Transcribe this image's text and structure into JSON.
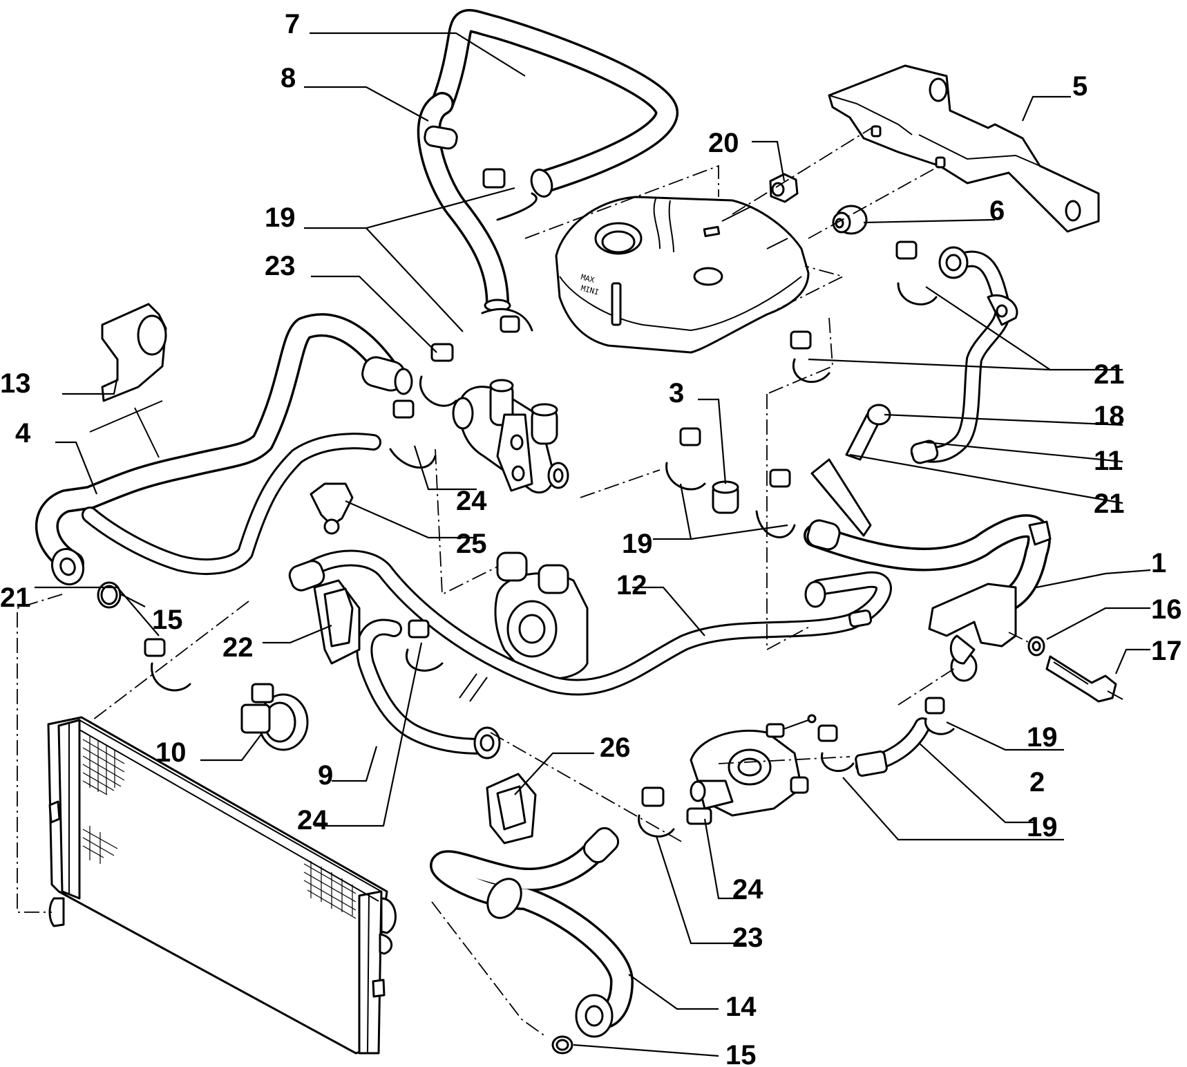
{
  "callouts": [
    {
      "id": "c7",
      "text": "7"
    },
    {
      "id": "c8",
      "text": "8"
    },
    {
      "id": "c5",
      "text": "5"
    },
    {
      "id": "c20",
      "text": "20"
    },
    {
      "id": "c6",
      "text": "6"
    },
    {
      "id": "c19a",
      "text": "19"
    },
    {
      "id": "c23a",
      "text": "23"
    },
    {
      "id": "c21a",
      "text": "21"
    },
    {
      "id": "c13",
      "text": "13"
    },
    {
      "id": "c3",
      "text": "3"
    },
    {
      "id": "c18",
      "text": "18"
    },
    {
      "id": "c4",
      "text": "4"
    },
    {
      "id": "c11",
      "text": "11"
    },
    {
      "id": "c24a",
      "text": "24"
    },
    {
      "id": "c21b",
      "text": "21"
    },
    {
      "id": "c25",
      "text": "25"
    },
    {
      "id": "c19b",
      "text": "19"
    },
    {
      "id": "c1",
      "text": "1"
    },
    {
      "id": "c12",
      "text": "12"
    },
    {
      "id": "c21c",
      "text": "21"
    },
    {
      "id": "c15a",
      "text": "15"
    },
    {
      "id": "c16",
      "text": "16"
    },
    {
      "id": "c22",
      "text": "22"
    },
    {
      "id": "c17",
      "text": "17"
    },
    {
      "id": "c19c",
      "text": "19"
    },
    {
      "id": "c26",
      "text": "26"
    },
    {
      "id": "c10",
      "text": "10"
    },
    {
      "id": "c9",
      "text": "9"
    },
    {
      "id": "c2",
      "text": "2"
    },
    {
      "id": "c24b",
      "text": "24"
    },
    {
      "id": "c19d",
      "text": "19"
    },
    {
      "id": "c24c",
      "text": "24"
    },
    {
      "id": "c23b",
      "text": "23"
    },
    {
      "id": "c14",
      "text": "14"
    },
    {
      "id": "c15b",
      "text": "15"
    }
  ],
  "tank_marks": {
    "max": "MAX",
    "min": "MINI"
  }
}
